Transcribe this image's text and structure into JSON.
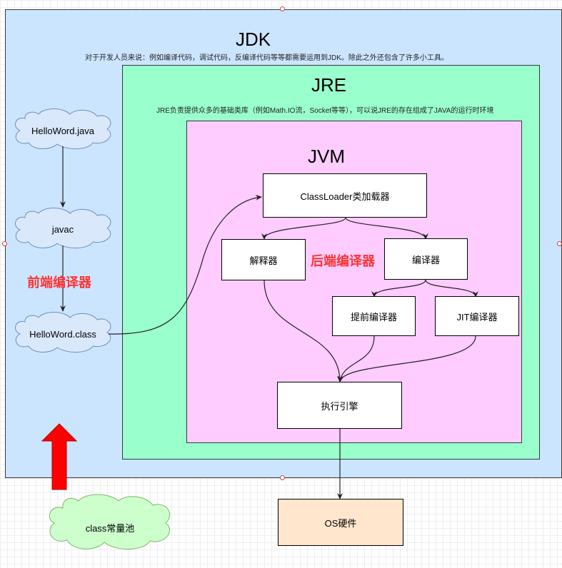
{
  "jdk": {
    "title": "JDK",
    "description": "对于开发人员来说：例如编译代码，调试代码，反编译代码等等都需要运用到JDK。除此之外还包含了许多小工具。"
  },
  "jre": {
    "title": "JRE",
    "description": "JRE负责提供众多的基础类库（例如Math.IO流，Socket等等），可以说JRE的存在组成了JAVA的运行时环境"
  },
  "jvm": {
    "title": "JVM"
  },
  "nodes": {
    "hello_java": "HelloWord.java",
    "javac": "javac",
    "hello_class": "HelloWord.class",
    "classloader": "ClassLoader类加载器",
    "interpreter": "解释器",
    "compiler": "编译器",
    "aot_compiler": "提前编译器",
    "jit_compiler": "JIT编译器",
    "execution_engine": "执行引擎",
    "os_hardware": "OS硬件",
    "constant_pool": "class常量池"
  },
  "labels": {
    "frontend_compiler": "前端编译器",
    "backend_compiler": "后端编译器"
  },
  "colors": {
    "jdk": "#cce5ff",
    "jre": "#99ffcc",
    "jvm": "#ffccff",
    "cloud_blue": "#dae8fc",
    "cloud_green": "#ccffcc",
    "os_box": "#ffe6cc",
    "label_red": "#ff3333",
    "arrow_red": "#ff0000"
  },
  "icons": {
    "up_arrow": "red-up-arrow-icon"
  }
}
